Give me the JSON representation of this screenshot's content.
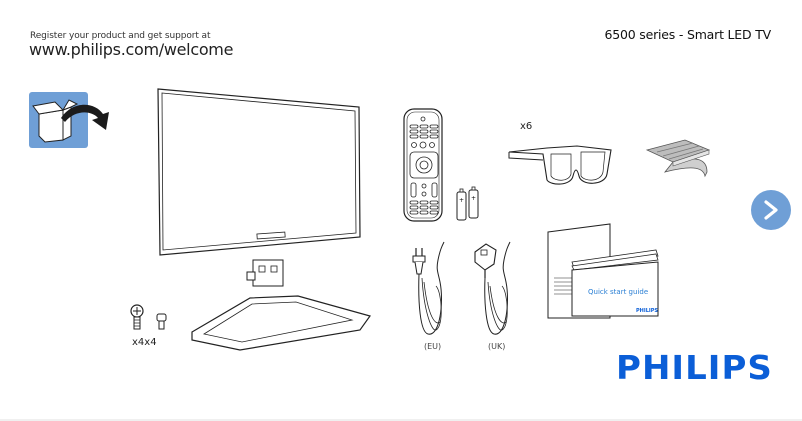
{
  "header": {
    "register_text": "Register your product and get support at",
    "url": "www.philips.com/welcome",
    "series_title": "6500 series - Smart LED TV"
  },
  "contents": {
    "items": [
      {
        "name": "unbox-icon",
        "label": ""
      },
      {
        "name": "tv",
        "label": ""
      },
      {
        "name": "screws",
        "label": "x4x4"
      },
      {
        "name": "remote-control",
        "label": ""
      },
      {
        "name": "batteries",
        "label": ""
      },
      {
        "name": "3d-glasses",
        "label": "x6"
      },
      {
        "name": "cleaning-cloth",
        "label": ""
      },
      {
        "name": "power-cord-eu",
        "label": "(EU)"
      },
      {
        "name": "power-cord-uk",
        "label": "(UK)"
      },
      {
        "name": "quick-start-guide",
        "label": "Quick start guide",
        "brand": "PHILIPS"
      }
    ]
  },
  "navigation": {
    "next_icon": "chevron-right-icon"
  },
  "brand": {
    "logo_text": "PHILIPS",
    "color": "#0b5ed7",
    "accent": "#6f9fd6"
  }
}
